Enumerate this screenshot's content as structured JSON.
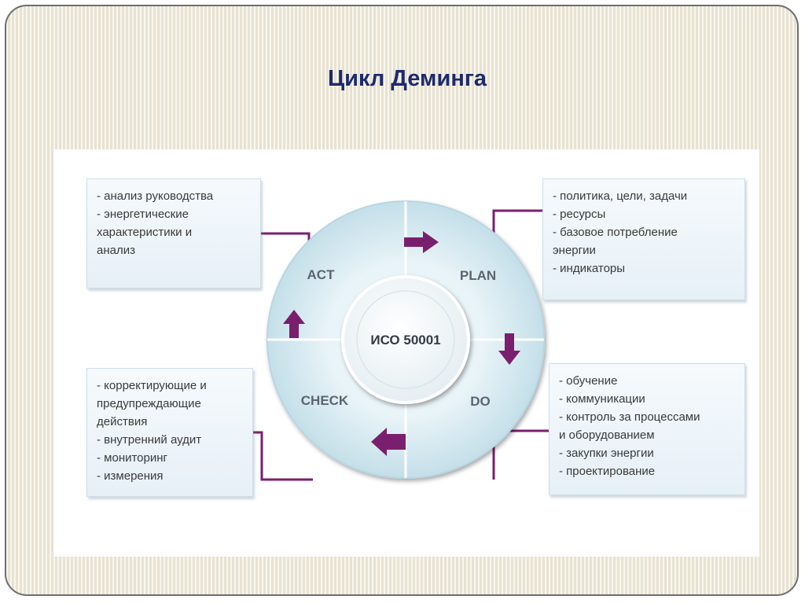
{
  "title": "Цикл Деминга",
  "center": {
    "label": "ИСО 50001"
  },
  "phases": {
    "act": "ACT",
    "plan": "PLAN",
    "do": "DO",
    "check": "CHECK"
  },
  "boxes": {
    "act": [
      "- анализ руководства",
      "- энергетические",
      "характеристики и",
      "анализ"
    ],
    "plan": [
      "- политика, цели, задачи",
      "- ресурсы",
      "- базовое потребление",
      "энергии",
      "- индикаторы"
    ],
    "check": [
      "- корректирующие и",
      "предупреждающие",
      "действия",
      "- внутренний аудит",
      "- мониторинг",
      "- измерения"
    ],
    "do": [
      "- обучение",
      "- коммуникации",
      "- контроль за процессами",
      "и оборудованием",
      "- закупки энергии",
      "- проектирование"
    ]
  },
  "colors": {
    "ring": "#cfe5ee",
    "connector": "#7a1f6e",
    "arrow": "#7a1f6e",
    "title": "#1d2a6c"
  }
}
